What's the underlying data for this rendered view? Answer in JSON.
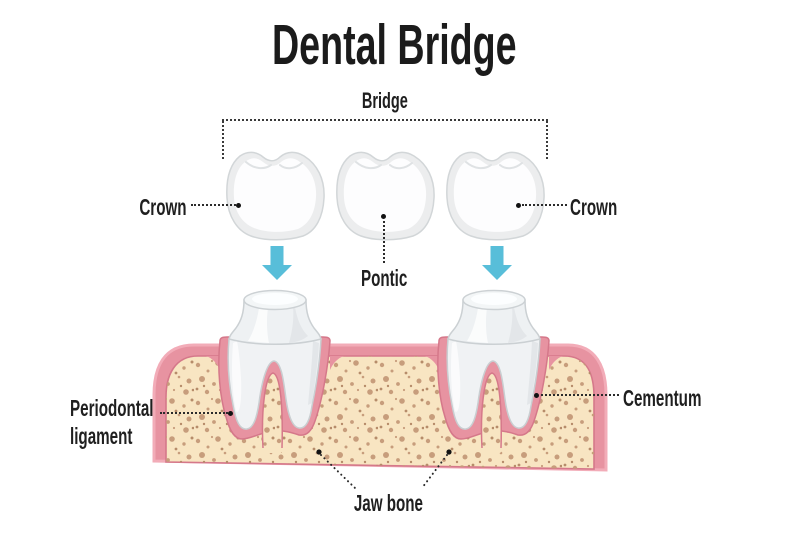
{
  "title": "Dental Bridge",
  "annotations": {
    "bridge": {
      "label": "Bridge"
    },
    "crown_left": {
      "label": "Crown"
    },
    "crown_right": {
      "label": "Crown"
    },
    "pontic": {
      "label": "Pontic"
    },
    "cementum": {
      "label": "Cementum"
    },
    "periodontal_ligament": {
      "label_line1": "Periodontal",
      "label_line2": "ligament"
    },
    "jaw_bone": {
      "label": "Jaw bone"
    }
  },
  "colors": {
    "arrow_blue": "#58bed9",
    "gum_pink": "#e793a1",
    "gum_pink_light": "#f2acb8",
    "gum_pink_dark": "#d5788a",
    "bone_cream": "#f8e5c2",
    "bone_speckle": "#c79d7c",
    "bone_speckle_dark": "#b68c6a",
    "tooth_body": "#eef1f3",
    "tooth_outline": "#c9ced1",
    "text": "#1f1f1f"
  }
}
